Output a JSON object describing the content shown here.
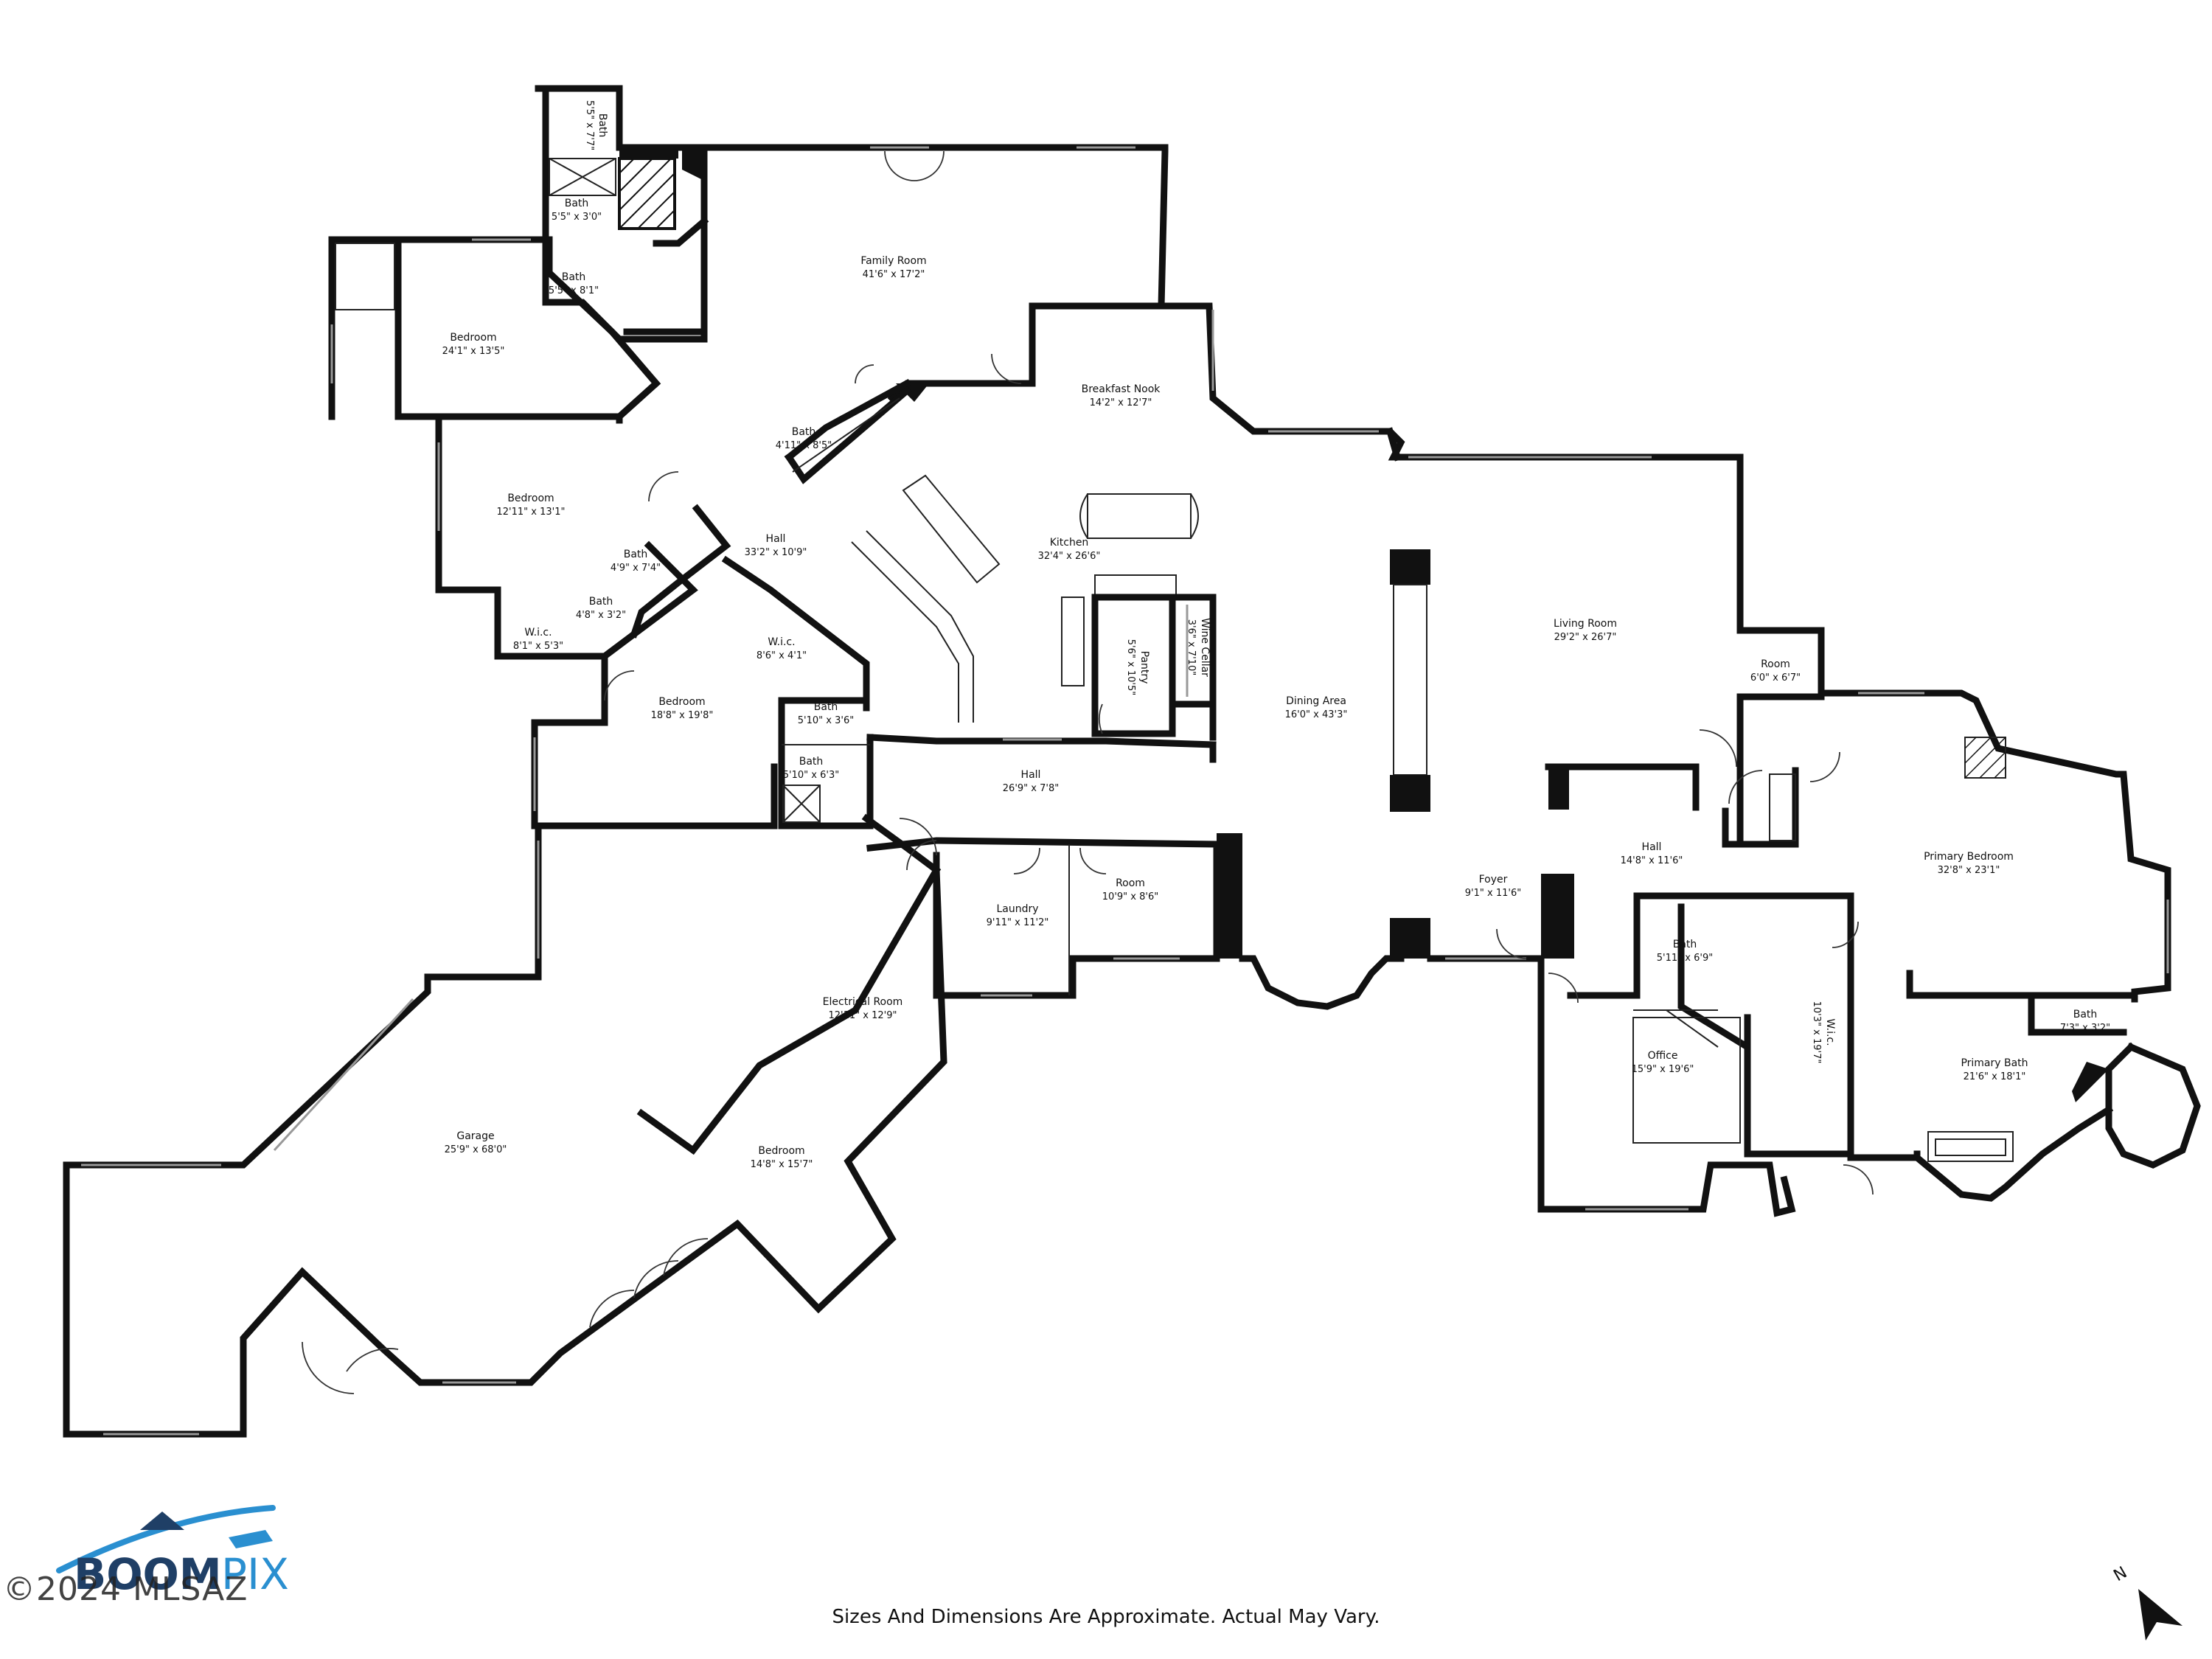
{
  "rooms": [
    {
      "id": "bath-top",
      "label": "Bath",
      "dims": "5'5\" x 7'7\""
    },
    {
      "id": "bath-2",
      "label": "Bath",
      "dims": "5'5\" x 3'0\""
    },
    {
      "id": "bath-3",
      "label": "Bath",
      "dims": "5'5\" x 8'1\""
    },
    {
      "id": "family-room",
      "label": "Family Room",
      "dims": "41'6\" x 17'2\""
    },
    {
      "id": "bedroom-1",
      "label": "Bedroom",
      "dims": "24'1\" x 13'5\""
    },
    {
      "id": "breakfast-nook",
      "label": "Breakfast Nook",
      "dims": "14'2\" x 12'7\""
    },
    {
      "id": "bath-4",
      "label": "Bath",
      "dims": "4'11\" x 8'5\""
    },
    {
      "id": "bedroom-2",
      "label": "Bedroom",
      "dims": "12'11\" x 13'1\""
    },
    {
      "id": "hall-1",
      "label": "Hall",
      "dims": "33'2\" x 10'9\""
    },
    {
      "id": "kitchen",
      "label": "Kitchen",
      "dims": "32'4\" x 26'6\""
    },
    {
      "id": "bath-5",
      "label": "Bath",
      "dims": "4'9\" x 7'4\""
    },
    {
      "id": "bath-6",
      "label": "Bath",
      "dims": "4'8\" x 3'2\""
    },
    {
      "id": "wic-1",
      "label": "W.i.c.",
      "dims": "8'1\" x 5'3\""
    },
    {
      "id": "wic-2",
      "label": "W.i.c.",
      "dims": "8'6\" x 4'1\""
    },
    {
      "id": "pantry",
      "label": "Pantry",
      "dims": "5'6\" x 10'5\""
    },
    {
      "id": "wine-cellar",
      "label": "Wine Cellar",
      "dims": "3'6\" x 7'10\""
    },
    {
      "id": "living-room",
      "label": "Living Room",
      "dims": "29'2\" x 26'7\""
    },
    {
      "id": "bedroom-3",
      "label": "Bedroom",
      "dims": "18'8\" x 19'8\""
    },
    {
      "id": "bath-7",
      "label": "Bath",
      "dims": "5'10\" x 3'6\""
    },
    {
      "id": "dining-area",
      "label": "Dining Area",
      "dims": "16'0\" x 43'3\""
    },
    {
      "id": "room-small",
      "label": "Room",
      "dims": "6'0\" x 6'7\""
    },
    {
      "id": "bath-8",
      "label": "Bath",
      "dims": "5'10\" x 6'3\""
    },
    {
      "id": "hall-2",
      "label": "Hall",
      "dims": "26'9\" x 7'8\""
    },
    {
      "id": "hall-3",
      "label": "Hall",
      "dims": "14'8\" x 11'6\""
    },
    {
      "id": "room-2",
      "label": "Room",
      "dims": "10'9\" x 8'6\""
    },
    {
      "id": "primary-bedroom",
      "label": "Primary Bedroom",
      "dims": "32'8\" x 23'1\""
    },
    {
      "id": "foyer",
      "label": "Foyer",
      "dims": "9'1\" x 11'6\""
    },
    {
      "id": "laundry",
      "label": "Laundry",
      "dims": "9'11\" x 11'2\""
    },
    {
      "id": "bath-9",
      "label": "Bath",
      "dims": "5'11\" x 6'9\""
    },
    {
      "id": "electrical-room",
      "label": "Electrical Room",
      "dims": "12'11\" x 12'9\""
    },
    {
      "id": "bath-10",
      "label": "Bath",
      "dims": "7'3\" x 3'2\""
    },
    {
      "id": "office",
      "label": "Office",
      "dims": "15'9\" x 19'6\""
    },
    {
      "id": "wic-3",
      "label": "W.i.c.",
      "dims": "10'3\" x 19'7\""
    },
    {
      "id": "primary-bath",
      "label": "Primary Bath",
      "dims": "21'6\" x 18'1\""
    },
    {
      "id": "garage",
      "label": "Garage",
      "dims": "25'9\" x 68'0\""
    },
    {
      "id": "bedroom-4",
      "label": "Bedroom",
      "dims": "14'8\" x 15'7\""
    }
  ],
  "footer": {
    "disclaimer": "Sizes And Dimensions Are Approximate. Actual May Vary.",
    "copyright": "©2024 MLSAZ"
  },
  "logo": {
    "text_a": "BOOM",
    "text_b": "PIX"
  },
  "north": {
    "label": "N"
  },
  "colors": {
    "wall": "#111111",
    "logo_blue": "#2a8fd0",
    "logo_dark": "#1f3f66"
  }
}
